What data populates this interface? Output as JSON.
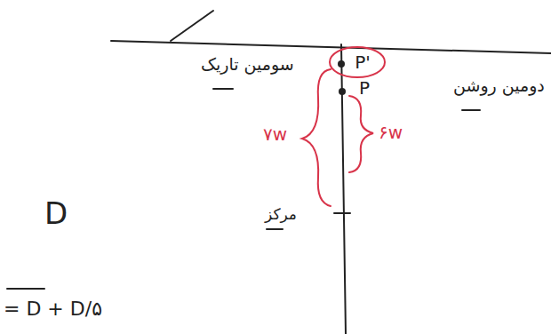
{
  "diagram": {
    "nodes": [
      {
        "text": [
          "P'"
        ]
      }
    ],
    "labels": [
      "سومین تاریک",
      "دومین روشن",
      "P",
      "۷w",
      "۶w",
      "مرکز",
      "D",
      "= D + D/۵"
    ]
  }
}
